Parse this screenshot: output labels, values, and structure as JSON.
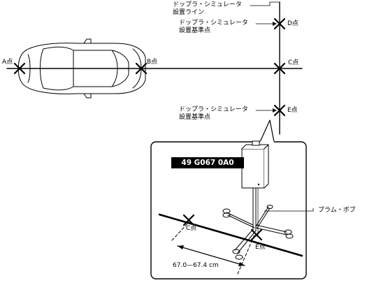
{
  "labels": {
    "install_line": [
      "ドップラ・シミュレータ",
      "設置ライン"
    ],
    "ref_point_d": [
      "ドップラ・シミュレータ",
      "設置基準点"
    ],
    "ref_point_e": [
      "ドップラ・シミュレータ",
      "設置基準点"
    ],
    "point_a": "A点",
    "point_b": "B点",
    "point_c": "C点",
    "point_d": "D点",
    "point_e": "E点",
    "detail_point_c": "C点",
    "detail_point_e": "E点",
    "plumb_bob": "プラム・ボブ",
    "part_number": "49 G067 0A0",
    "distance": "67.0—67.4 cm"
  }
}
